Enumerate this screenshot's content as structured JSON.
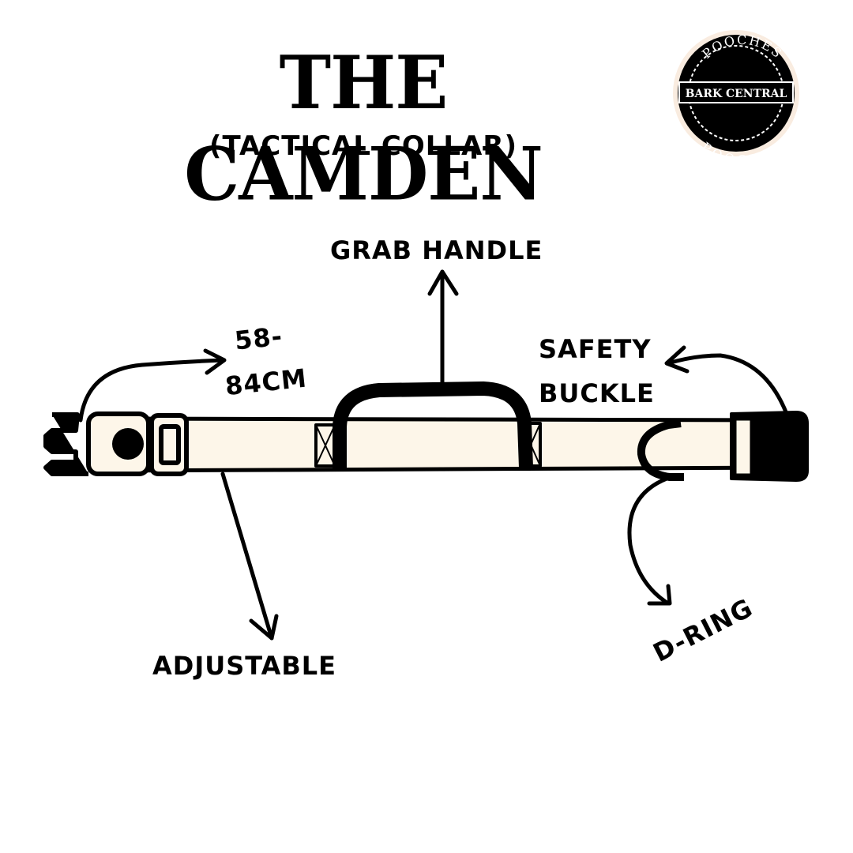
{
  "header": {
    "title": "THE CAMDEN",
    "subtitle": "(TACTICAL COLLAR)"
  },
  "logo": {
    "top_arc_text": "POOCHES",
    "center_text": "BARK CENTRAL",
    "bottom_arc_text": "POOCHES"
  },
  "callouts": {
    "grab_handle": "GRAB HANDLE",
    "size_line1": "58-",
    "size_line2": "84CM",
    "safety_line1": "SAFETY",
    "safety_line2": "BUCKLE",
    "adjustable": "ADJUSTABLE",
    "d_ring": "D-RING"
  },
  "colors": {
    "strap_fill": "#fdf6e9",
    "ink": "#000000",
    "logo_ring": "#f4dcc6"
  }
}
